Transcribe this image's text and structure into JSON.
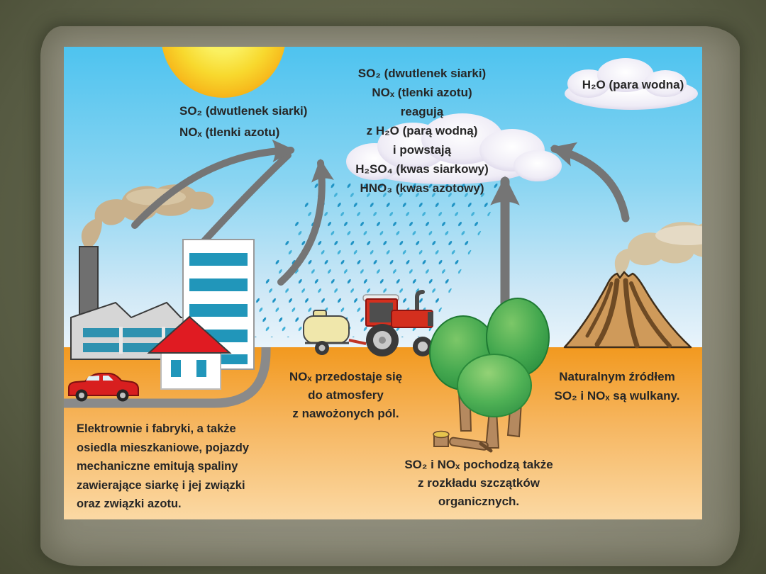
{
  "slide": {
    "background_color": "#565a42",
    "paper_color": "#908e7d"
  },
  "labels": {
    "emissions_left": {
      "lines": [
        "SO₂ (dwutlenek siarki)",
        "NOₓ (tlenki azotu)"
      ]
    },
    "cloud_reaction": {
      "lines": [
        "SO₂ (dwutlenek siarki)",
        "NOₓ (tlenki azotu)",
        "reagują",
        "z H₂O (parą wodną)",
        "i powstają",
        "H₂SO₄ (kwas siarkowy)",
        "HNO₃ (kwas azotowy)"
      ]
    },
    "water_vapor": {
      "lines": [
        "H₂O (para wodna)"
      ]
    },
    "fertilized_fields": {
      "lines": [
        "NOₓ przedostaje się",
        "do atmosfery",
        "z nawożonych pól."
      ]
    },
    "factories_paragraph": {
      "lines": [
        "Elektrownie i fabryki, a także",
        "osiedla mieszkaniowe, pojazdy",
        "mechaniczne emitują spaliny",
        "zawierające siarkę i jej związki",
        "oraz związki azotu."
      ]
    },
    "volcanoes": {
      "lines": [
        "Naturalnym źródłem",
        "SO₂ i NOₓ są wulkany."
      ]
    },
    "organic_decay": {
      "lines": [
        "SO₂ i NOₓ pochodzą także",
        "z rozkładu szczątków",
        "organicznych."
      ]
    }
  },
  "scene": {
    "objects": [
      "sun",
      "factory",
      "factory-chimney",
      "factory-smoke",
      "office-building",
      "house",
      "car",
      "road",
      "tractor",
      "tank-trailer",
      "acid-rain",
      "acid-cloud",
      "water-vapor-cloud",
      "trees",
      "tree-stump",
      "fallen-log",
      "volcano",
      "volcano-smoke",
      "emission-arrows"
    ]
  },
  "colors": {
    "sky_top": "#4ec3ef",
    "sky_bottom": "#e9f4fb",
    "ground_top": "#f2991f",
    "ground_bottom": "#fbd9a4",
    "arrow": "#757575",
    "rain": "#1f93c4",
    "cloud": "#dcd6e9",
    "smoke": "#c9b18c",
    "text": "#262626",
    "accent_red": "#d42f1e",
    "accent_teal": "#2196ba"
  }
}
